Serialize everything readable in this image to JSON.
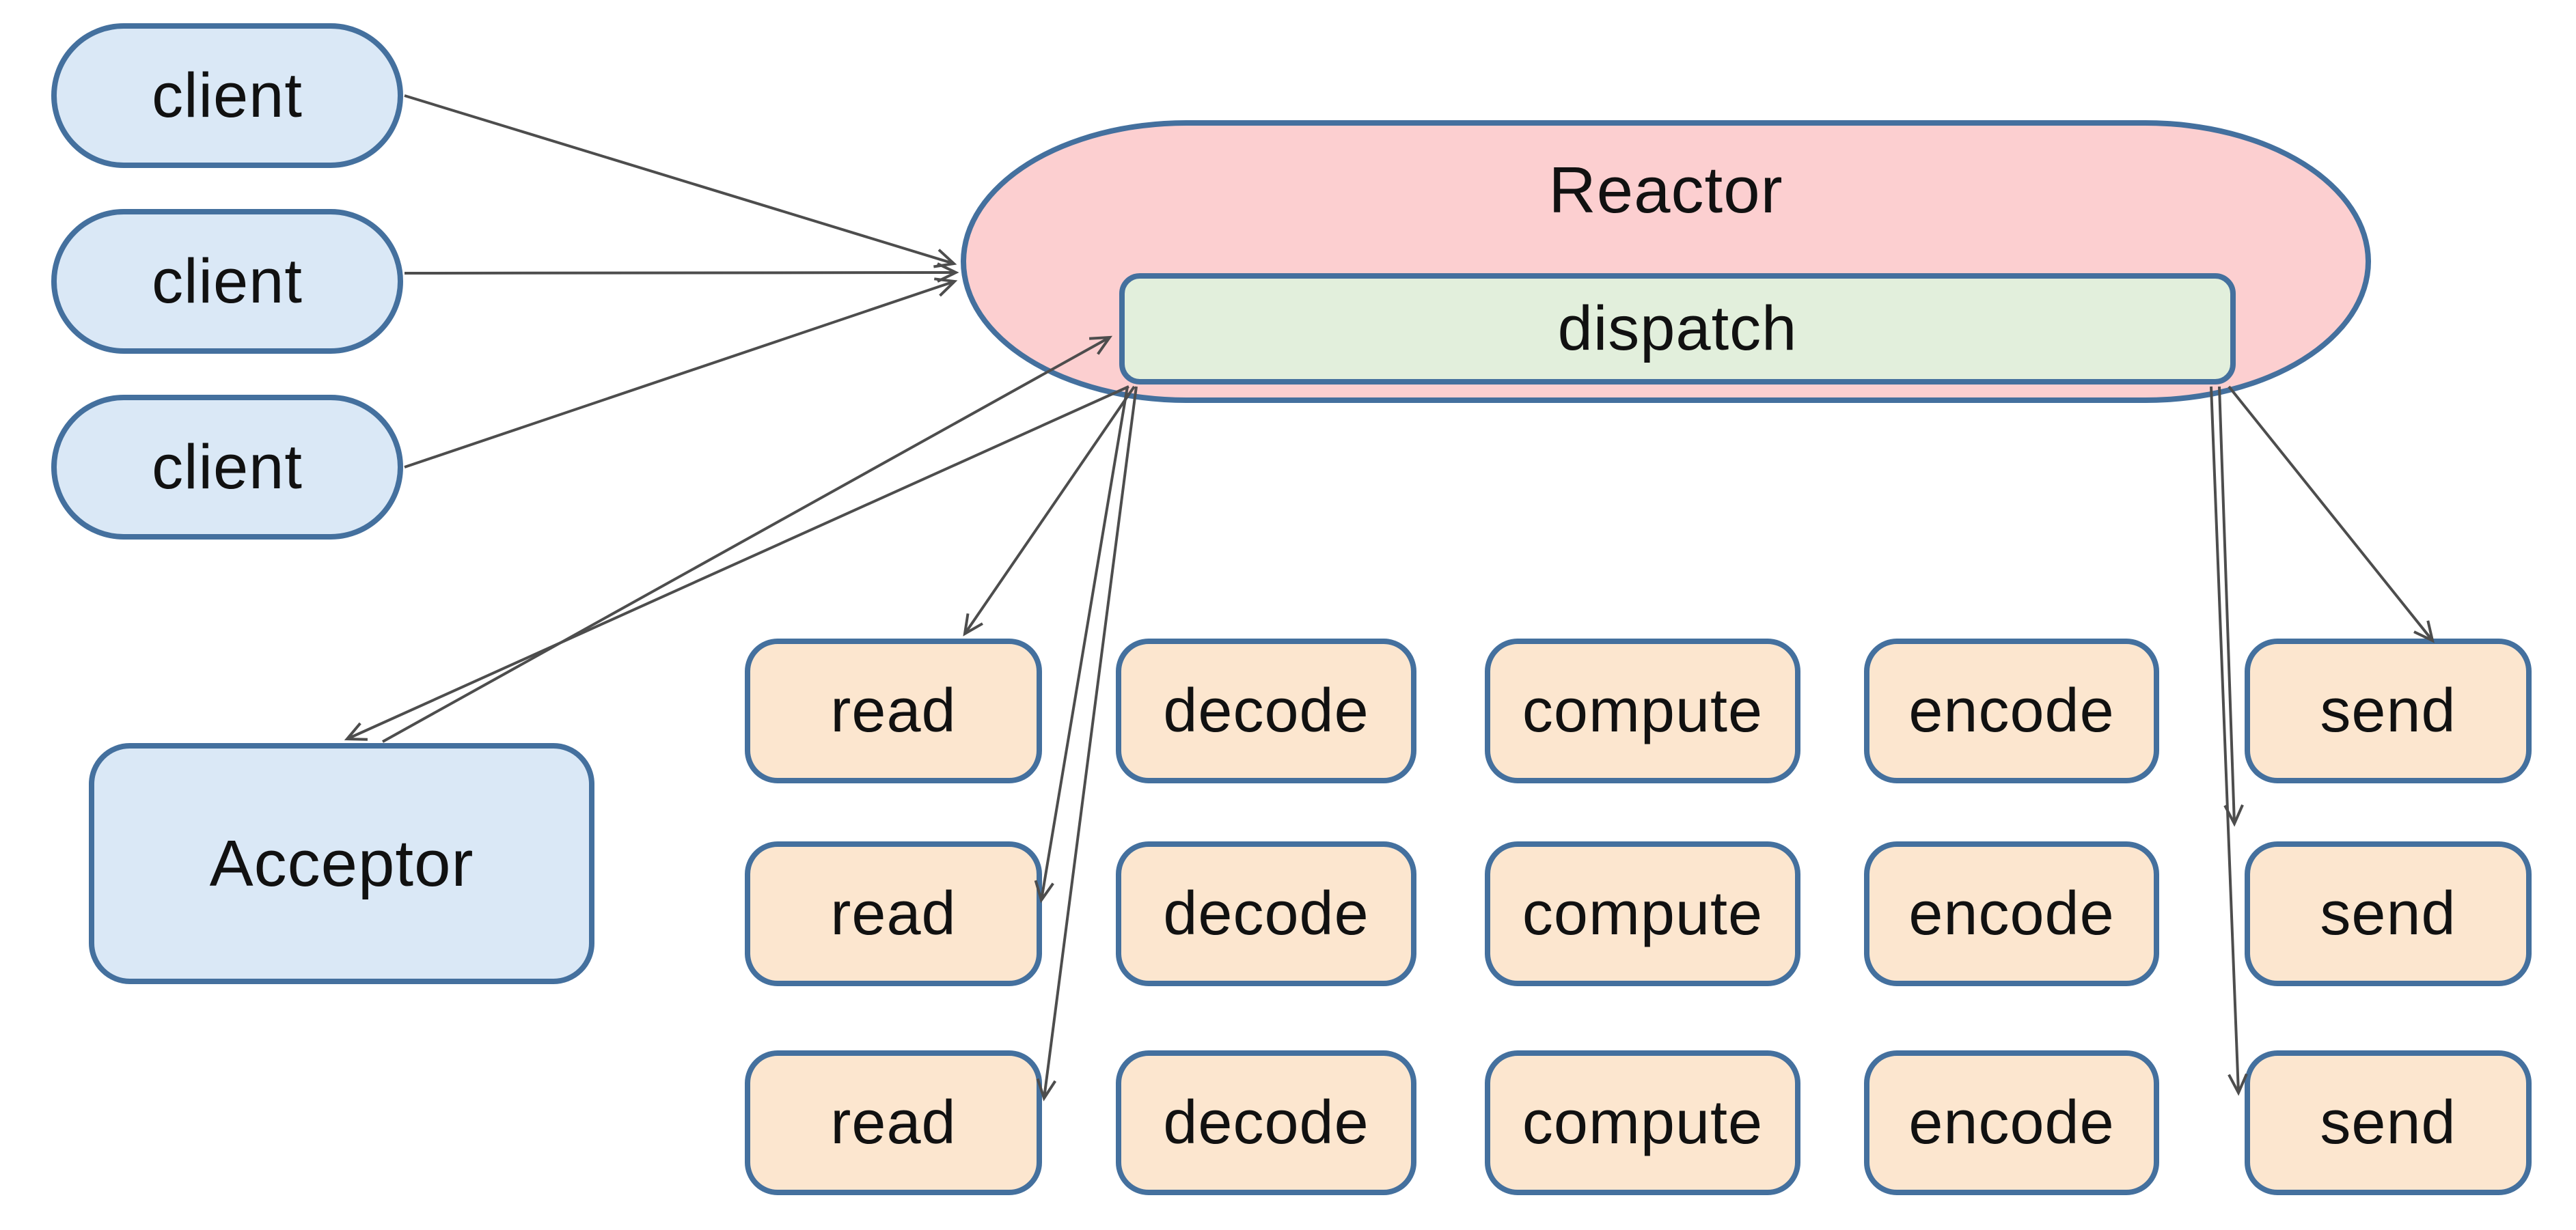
{
  "diagram": {
    "title_implied": "Reactor pattern",
    "clients": [
      "client",
      "client",
      "client"
    ],
    "reactor": {
      "label": "Reactor",
      "dispatch_label": "dispatch"
    },
    "acceptor": {
      "label": "Acceptor"
    },
    "pipeline_grid": {
      "stages": [
        "read",
        "decode",
        "compute",
        "encode",
        "send"
      ],
      "rows": [
        [
          "read",
          "decode",
          "compute",
          "encode",
          "send"
        ],
        [
          "read",
          "decode",
          "compute",
          "encode",
          "send"
        ],
        [
          "read",
          "decode",
          "compute",
          "encode",
          "send"
        ]
      ]
    },
    "connections": [
      "client-1 -> reactor",
      "client-2 -> reactor",
      "client-3 -> reactor",
      "dispatch -> acceptor",
      "acceptor -> dispatch",
      "dispatch -> read-row-1",
      "dispatch -> read-row-2",
      "dispatch -> read-row-3",
      "dispatch -> send-row-1",
      "dispatch -> send-row-2",
      "dispatch -> send-row-3"
    ],
    "colors": {
      "node_border": "#44709e",
      "client_fill": "#dae8f6",
      "reactor_fill": "#fccfd0",
      "dispatch_fill": "#e2efdc",
      "stage_fill": "#fce6cf",
      "arrow": "#4d4d4d",
      "text": "#111111"
    }
  }
}
